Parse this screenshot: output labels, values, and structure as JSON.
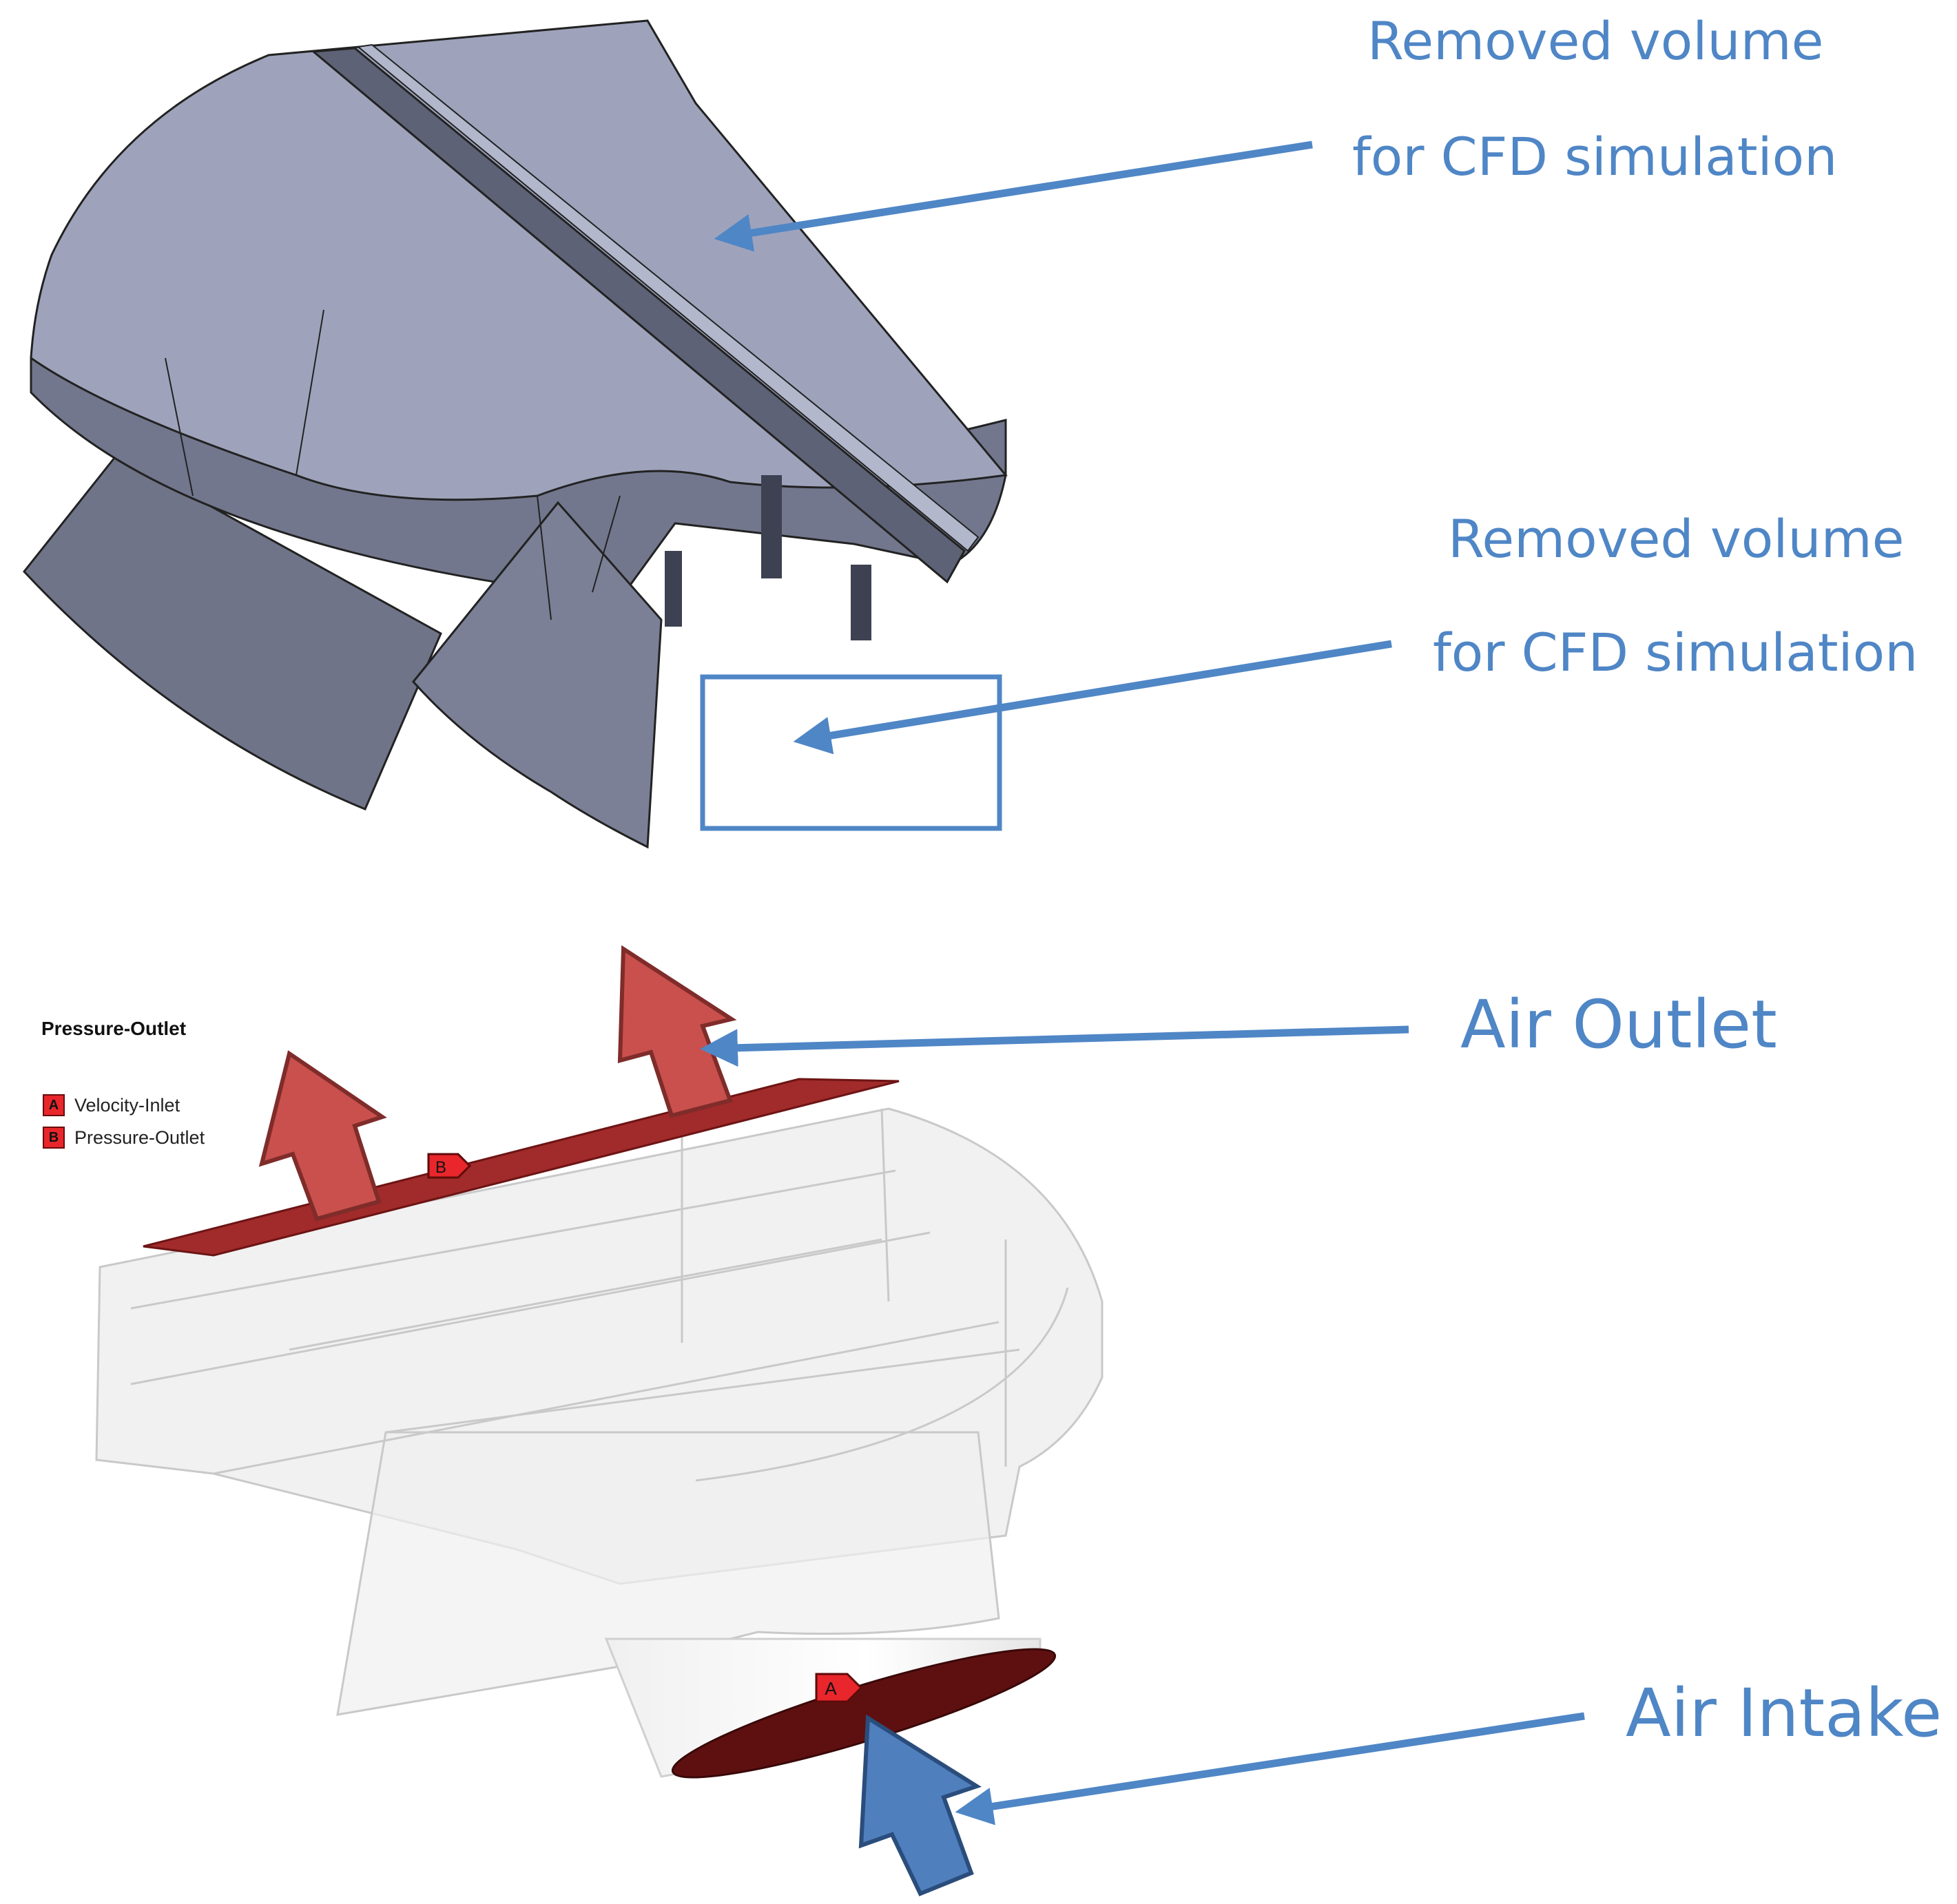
{
  "annotations": {
    "top_volume": {
      "line1": "Removed volume",
      "line2": "for CFD simulation"
    },
    "mid_volume": {
      "line1": "Removed volume",
      "line2": "for CFD simulation"
    },
    "outlet": "Air Outlet",
    "intake": "Air Intake"
  },
  "legend": {
    "title": "Pressure-Outlet",
    "items": [
      {
        "tag": "A",
        "label": "Velocity-Inlet"
      },
      {
        "tag": "B",
        "label": "Pressure-Outlet"
      }
    ]
  },
  "markers": {
    "inlet_tag": "A",
    "outlet_tag": "B"
  },
  "colors": {
    "annotation_blue": "#4f86c6",
    "solid_face": "#9a9fb6",
    "solid_side": "#6e7389",
    "boundary_red": "#9e2a2a",
    "tag_red": "#e8262b",
    "flow_arrow_red": "#c0504d"
  }
}
